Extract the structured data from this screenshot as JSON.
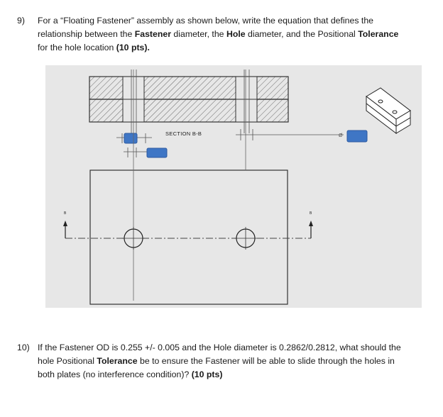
{
  "question9": {
    "number": "9)",
    "line1": [
      {
        "t": "For a “Floating Fastener” assembly as shown below, write the equation that defines the",
        "b": false
      }
    ],
    "line2": [
      {
        "t": "relationship between the ",
        "b": false
      },
      {
        "t": "Fastener",
        "b": true
      },
      {
        "t": " diameter, the ",
        "b": false
      },
      {
        "t": "Hole",
        "b": true
      },
      {
        "t": " diameter, and the Positional ",
        "b": false
      },
      {
        "t": "Tolerance",
        "b": true
      }
    ],
    "line3": [
      {
        "t": "for the hole location ",
        "b": false
      },
      {
        "t": "(10 pts).",
        "b": true
      }
    ]
  },
  "drawing": {
    "section_label": "SECTION B-B",
    "cut_label_left": "B",
    "cut_label_right": "B",
    "diameter_symbol": "Ø",
    "colors": {
      "panel": "#e7e7e7",
      "box": "#3f76c5",
      "hatch": "#555555"
    }
  },
  "question10": {
    "number": "10)",
    "line1": [
      {
        "t": "If the Fastener OD is 0.255 +/- 0.005 and the Hole diameter is 0.2862/0.2812, what should the",
        "b": false
      }
    ],
    "line2": [
      {
        "t": "hole Positional ",
        "b": false
      },
      {
        "t": "Tolerance",
        "b": true
      },
      {
        "t": " be to ensure the Fastener will be able to slide through the holes in",
        "b": false
      }
    ],
    "line3": [
      {
        "t": "both plates (no interference condition)? ",
        "b": false
      },
      {
        "t": "(10 pts)",
        "b": true
      }
    ]
  }
}
